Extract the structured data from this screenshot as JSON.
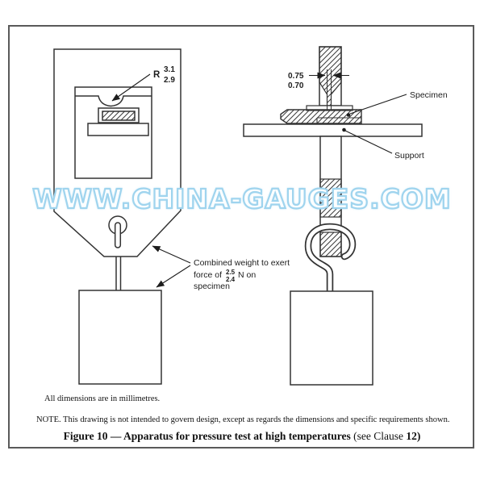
{
  "watermark": {
    "text": "WWW.CHINA-GAUGES.COM",
    "outline_color": "#9fd4ee",
    "fill_color": "#ffffff"
  },
  "left_figure": {
    "radius_label": {
      "prefix": "R",
      "upper": "3.1",
      "lower": "2.9"
    },
    "weight_note": {
      "line1": "Combined weight to exert",
      "line2_prefix": "force of",
      "force_upper": "2.5",
      "force_lower": "2.4",
      "line2_suffix": "N on",
      "line3": "specimen"
    }
  },
  "right_figure": {
    "tip_dimension": {
      "upper": "0.75",
      "lower": "0.70"
    },
    "labels": {
      "specimen": "Specimen",
      "support": "Support"
    }
  },
  "footer": {
    "dimensions_note": "All dimensions are in millimetres.",
    "note": "NOTE. This drawing is not intended to govern design, except as regards the dimensions and specific requirements shown.",
    "caption_main": "Figure 10 — Apparatus for pressure test at high temperatures",
    "caption_see": " (see Clause ",
    "caption_num": "12)"
  },
  "colors": {
    "line": "#333333",
    "border": "#5a5a5a"
  }
}
